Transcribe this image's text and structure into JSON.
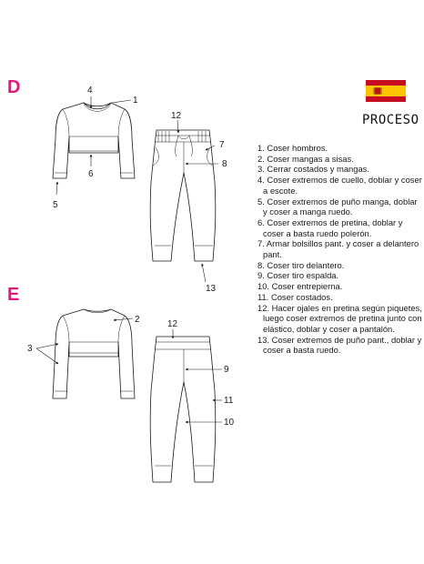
{
  "sections": [
    {
      "letter": "D",
      "color": "#e0197d"
    },
    {
      "letter": "E",
      "color": "#e0197d"
    }
  ],
  "brand": {
    "label": "PROCESO",
    "flag_colors": {
      "red": "#c60b1e",
      "yellow": "#ffc400"
    }
  },
  "callouts": {
    "d": [
      "1",
      "4",
      "6",
      "5",
      "12",
      "7",
      "8",
      "13"
    ],
    "e": [
      "2",
      "3",
      "12",
      "9",
      "11",
      "10"
    ]
  },
  "steps": [
    "1. Coser hombros.",
    "2. Coser mangas a sisas.",
    "3. Cerrar costados y mangas.",
    "4. Coser extremos de cuello, doblar y coser a escote.",
    "5. Coser extremos de puño manga, doblar y coser a manga ruedo.",
    "6. Coser extremos de pretina, doblar y coser a basta ruedo polerón.",
    "7. Armar bolsillos pant. y coser a delantero pant.",
    "8. Coser tiro delantero.",
    "9. Coser tiro espalda.",
    "10. Coser entrepierna.",
    "11. Coser costados.",
    "12. Hacer ojales en pretina según piquetes, luego coser extremos de pretina junto con elástico, doblar y coser a pantalón.",
    "13. Coser extremos de puño pant., doblar y coser a basta ruedo."
  ]
}
